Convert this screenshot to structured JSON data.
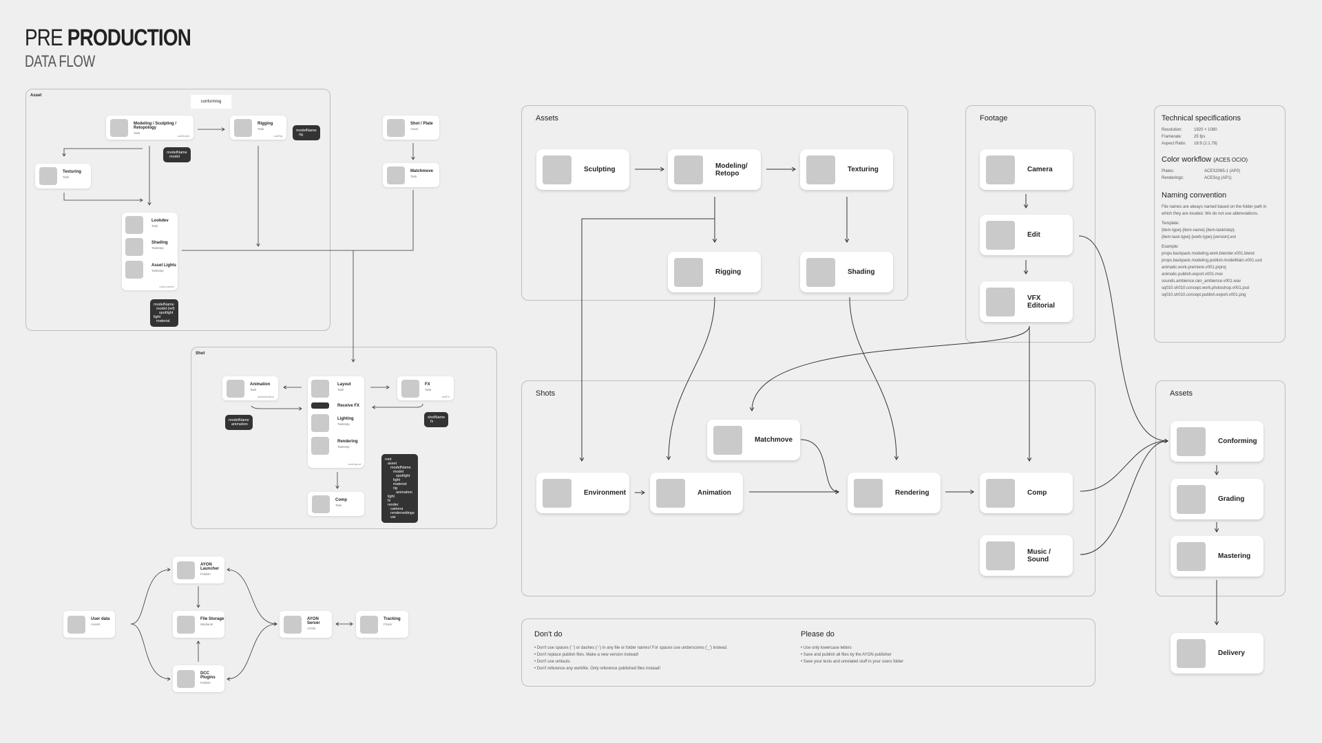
{
  "header": {
    "light": "PRE ",
    "bold": "PRODUCTION",
    "subtitle": "DATA FLOW"
  },
  "panels": {
    "asset": "Asset",
    "shot": "Shot",
    "assets": "Assets",
    "footage": "Footage",
    "shots": "Shots",
    "assets_out": "Assets"
  },
  "conforming_chip": "conforming",
  "cards": {
    "a_model": {
      "label": "Modeling / Sculpting / Retopology",
      "sub": "Task",
      "tag": "usdModel"
    },
    "a_rig": {
      "label": "Rigging",
      "sub": "Task",
      "tag": "usdRig"
    },
    "a_tex": {
      "label": "Texturing",
      "sub": "Task"
    },
    "shot_plate": {
      "label": "Shot / Plate",
      "sub": "Asset"
    },
    "p_matchmove": {
      "label": "Matchmove",
      "sub": "Task"
    },
    "s_anim": {
      "label": "Animation",
      "sub": "Task",
      "tag": "usdAnimation"
    },
    "s_fx": {
      "label": "FX",
      "sub": "Task",
      "tag": "usdFX"
    },
    "s_comp": {
      "label": "Comp",
      "sub": "Task"
    },
    "u_user": {
      "label": "User data",
      "sub": "Assets"
    },
    "u_launcher": {
      "label": "AYON Launcher",
      "sub": "Publish"
    },
    "u_storage": {
      "label": "File Storage",
      "sub": "Medianet"
    },
    "u_dcc": {
      "label": "DCC Plugins",
      "sub": "Publish"
    },
    "u_server": {
      "label": "AYON Server",
      "sub": "AYON"
    },
    "u_tracking": {
      "label": "Tracking",
      "sub": "Ftrack"
    },
    "sculpting": {
      "label": "Sculpting"
    },
    "modeling": {
      "label": "Modeling/\nRetopo"
    },
    "texturing": {
      "label": "Texturing"
    },
    "rigging": {
      "label": "Rigging"
    },
    "shading": {
      "label": "Shading"
    },
    "camera": {
      "label": "Camera"
    },
    "edit": {
      "label": "Edit"
    },
    "vfx_editorial": {
      "label": "VFX\nEditorial"
    },
    "matchmove": {
      "label": "Matchmove"
    },
    "environment": {
      "label": "Environment"
    },
    "animation": {
      "label": "Animation"
    },
    "rendering": {
      "label": "Rendering"
    },
    "comp": {
      "label": "Comp"
    },
    "music": {
      "label": "Music /\nSound"
    },
    "conforming": {
      "label": "Conforming"
    },
    "grading": {
      "label": "Grading"
    },
    "mastering": {
      "label": "Mastering"
    },
    "delivery": {
      "label": "Delivery"
    }
  },
  "groups": {
    "lookdev": {
      "tag": "usdLookdev",
      "items": [
        {
          "label": "Lookdev",
          "sub": "Task"
        },
        {
          "label": "Shading",
          "sub": "Taskstep"
        },
        {
          "label": "Asset Lights",
          "sub": "Taskstep"
        }
      ]
    },
    "layout": {
      "tag": "usdLayout",
      "items": [
        {
          "label": "Layout",
          "sub": "Task"
        },
        {
          "label": "Receive FX",
          "pill": true
        },
        {
          "label": "Lighting",
          "sub": "Taskstep"
        },
        {
          "label": "Rendering",
          "sub": "Taskstep"
        }
      ]
    }
  },
  "notes": {
    "rig": [
      "modelName",
      "rig"
    ],
    "model": [
      "modelName",
      "model"
    ],
    "lookdev": [
      "modelName",
      "model (ref)",
      "spotlight",
      "light",
      "material"
    ],
    "anim": [
      "modelName",
      "animation"
    ],
    "fx": [
      "shotName",
      "fx"
    ],
    "tree": [
      "root",
      "asset",
      "modelName",
      "model",
      "spotlight",
      "light",
      "material",
      "rig",
      "animation",
      "light",
      "fx",
      "render",
      "camera",
      "rendersettings",
      "var"
    ]
  },
  "specs": {
    "tech_title": "Technical specifications",
    "tech": [
      [
        "Resolution:",
        "1920 × 1080"
      ],
      [
        "Framerate:",
        "25 fps"
      ],
      [
        "Aspect Ratio:",
        "16:9 (1:1.78)"
      ]
    ],
    "color_title": "Color workflow",
    "color_sub": "(ACES OCIO)",
    "color": [
      [
        "Plates:",
        "ACES2065-1 (AP0)"
      ],
      [
        "Renderings:",
        "ACEScg (AP1)"
      ]
    ],
    "naming_title": "Naming convention",
    "naming_desc": "File names are always named based on the folder path in which they are located. We do not use abbreviations.",
    "template_label": "Template:",
    "template": [
      "{item-type}.{item-name}.{item-task/step}.",
      "{item-task-type}.{work-type}.{version}.ext"
    ],
    "example_label": "Example:",
    "examples": [
      "props.backpack.modeling.work.blender.v001.blend",
      "props.backpack.modeling.publish.modelMain.v001.usd",
      "animatic.work.premiere.v001.prproj",
      "animatic.publish.export.v001.mov",
      "sounds.ambience.rain_ambience.v001.wav",
      "sq010.sh010.concept.work.photoshop.v001.psd",
      "sq010.sh010.concept.publish.export.v001.png"
    ]
  },
  "rules": {
    "dont_title": "Don't do",
    "dont": [
      "Don't use spaces (' ') or dashes ('-') in any file or folder names! For spaces use underscores ('_') instead.",
      "Don't replace publish files. Make a new version instead!",
      "Don't use umlauts.",
      "Don't reference any workfile. Only reference published files instead!"
    ],
    "do_title": "Please do",
    "do": [
      "Use only lowercase letters",
      "Save and publish all files by the AYON publisher",
      "Save your tests and unrelated stuff in your users folder"
    ]
  }
}
